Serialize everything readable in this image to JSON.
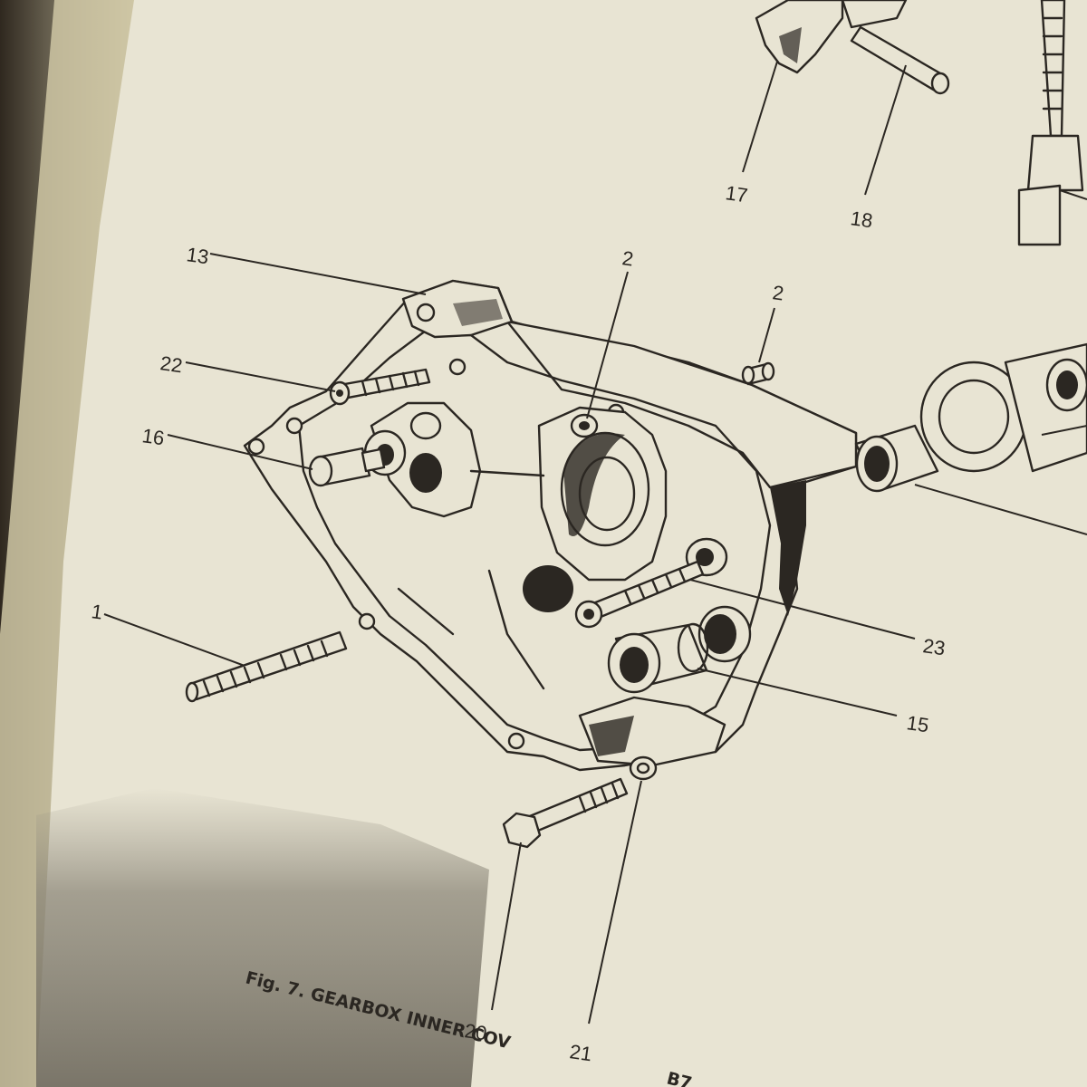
{
  "callouts": {
    "c13": "13",
    "c22": "22",
    "c16": "16",
    "c1": "1",
    "c2a": "2",
    "c2b": "2",
    "c17": "17",
    "c18": "18",
    "c23": "23",
    "c15": "15",
    "c20": "20",
    "c21": "21"
  },
  "caption": {
    "text": "Fig. 7.  GEARBOX INNER COV",
    "page_ref": "B7"
  },
  "colors": {
    "paper": "#e8e4d3",
    "ink": "#2b2722",
    "shadow": "#9a9587",
    "background": "#4a4136"
  }
}
